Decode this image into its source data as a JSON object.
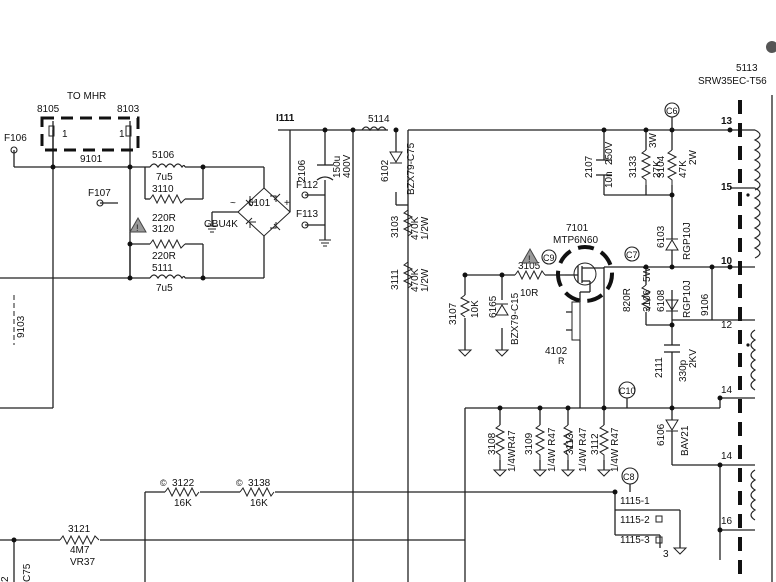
{
  "header": {
    "to_mhr": "TO MHR",
    "transformer_ref": "5113",
    "transformer_type": "SRW35EC-T56"
  },
  "connector": {
    "left_ref": "8105",
    "right_ref": "8103",
    "pin_left": "1",
    "pin_right": "1"
  },
  "fuses": {
    "f106": "F106",
    "f107": "F107",
    "f112": "F112",
    "f113": "F113"
  },
  "nodes": {
    "i111": "I111",
    "c6": "C6",
    "c7": "C7",
    "c8": "C8",
    "c9": "C9",
    "c10": "C10"
  },
  "parts": {
    "r9101": "9101",
    "l5106_ref": "5106",
    "l5106_val": "7u5",
    "r3110_ref": "3110",
    "r3110_val": "220R",
    "r3120_ref": "3120",
    "r3120_val": "220R",
    "l5111_ref": "5111",
    "l5111_val": "7u5",
    "bridge_ref": "6101",
    "bridge_type": "GBU4K",
    "c2106_ref": "2106",
    "c2106_val": "150u",
    "c2106_v": "400V",
    "l5114_ref": "5114",
    "d6102_ref": "6102",
    "d6102_type": "BZX79-C75",
    "r3103_ref": "3103",
    "r3103_val": "470K",
    "r3103_w": "1/2W",
    "r3111_ref": "3111",
    "r3111_val": "470K",
    "r3111_w": "1/2W",
    "r3107_ref": "3107",
    "r3107_val": "10K",
    "d6165_ref": "6165",
    "d6165_type": "BZX79-C15",
    "r3105_ref": "3105",
    "r3105_val": "10R",
    "q7101_ref": "7101",
    "q7101_type": "MTP6N60",
    "l4102_ref": "4102",
    "l4102_sub": "R",
    "c2107_ref": "2107",
    "c2107_val": "10n",
    "c2107_v": "250V",
    "r3133_ref": "3133",
    "r3133_val": "27K",
    "r3104_ref": "3104",
    "r3104_val": "47K",
    "r3104_w": "2W",
    "c3w": "3W",
    "d6103_ref": "6103",
    "d6103_type": "RGP10J",
    "r3106_ref": "3106",
    "r3106_val": "820R",
    "r3106_w": "5W",
    "d6108_ref": "6108",
    "d6108_type": "RGP10J",
    "r9106": "9106",
    "c2111_ref": "2111",
    "c2111_val": "330p",
    "c2111_v": "2KV",
    "d6106_ref": "6106",
    "d6106_type": "BAV21",
    "r3108_ref": "3108",
    "r3108_val": "1/4WR47",
    "r3109_ref": "3109",
    "r3109_val": "1/4W R47",
    "r3113_ref": "3113",
    "r3113_val": "1/4W R47",
    "r3112_ref": "3112",
    "r3112_val": "1/4W R47",
    "r3122_ref": "3122",
    "r3122_val": "16K",
    "r3138_ref": "3138",
    "r3138_val": "16K",
    "r3121_ref": "3121",
    "r3121_val": "4M7",
    "r3121_type": "VR37",
    "r9103": "9103",
    "c_edge_val": "2",
    "c_edge_type": "C75",
    "conn1115_1": "1115-1",
    "conn1115_2": "1115-2",
    "conn1115_3": "1115-3",
    "conn1115_pin3": "3"
  },
  "pins": {
    "p13": "13",
    "p15": "15",
    "p10": "10",
    "p12": "12",
    "p14a": "14",
    "p14b": "14",
    "p16": "16"
  }
}
